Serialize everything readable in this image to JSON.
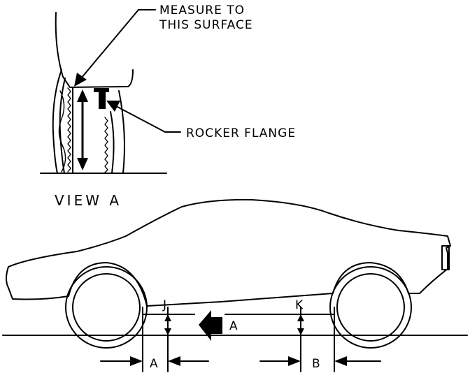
{
  "callouts": {
    "measure_line1": "MEASURE TO",
    "measure_line2": "THIS SURFACE",
    "rocker_flange": "ROCKER FLANGE"
  },
  "view_label": "VIEW A",
  "dimensions": {
    "front_height": "J",
    "rear_height": "K",
    "view_arrow": "A",
    "front_offset": "A",
    "rear_offset": "B"
  }
}
